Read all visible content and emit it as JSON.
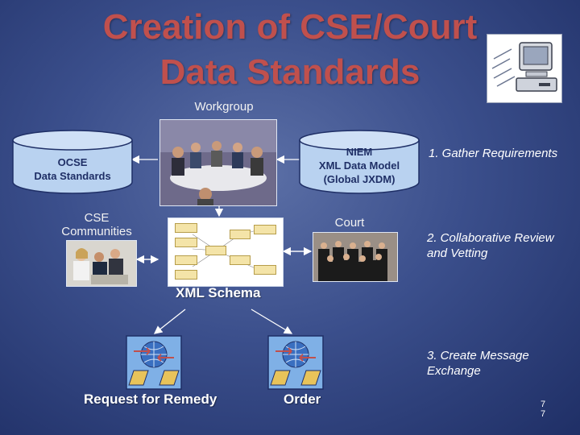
{
  "slide": {
    "title_line1": "Creation of CSE/Court",
    "title_line2": "Data Standards",
    "workgroup_label": "Workgroup",
    "ocse": {
      "line1": "OCSE",
      "line2": "Data Standards"
    },
    "niem": {
      "line1": "NIEM",
      "line2": "XML Data Model",
      "line3": "(Global JXDM)"
    },
    "cse_label": {
      "line1": "CSE",
      "line2": "Communities"
    },
    "court_label": "Court",
    "xml_schema_label": "XML Schema",
    "request_label": "Request for Remedy",
    "order_label": "Order",
    "steps": [
      {
        "line1": "1. Gather Requirements",
        "line2": ""
      },
      {
        "line1": "2. Collaborative Review",
        "line2": "and Vetting"
      },
      {
        "line1": "3. Create Message",
        "line2": "Exchange"
      }
    ],
    "page_number": "7"
  },
  "colors": {
    "title": "#c0504d",
    "background": "#3b4f8c",
    "cylinder_fill": "#b9d2f0",
    "arrow": "#ffffff"
  },
  "icons": [
    "computer-icon",
    "message-exchange-icon"
  ]
}
